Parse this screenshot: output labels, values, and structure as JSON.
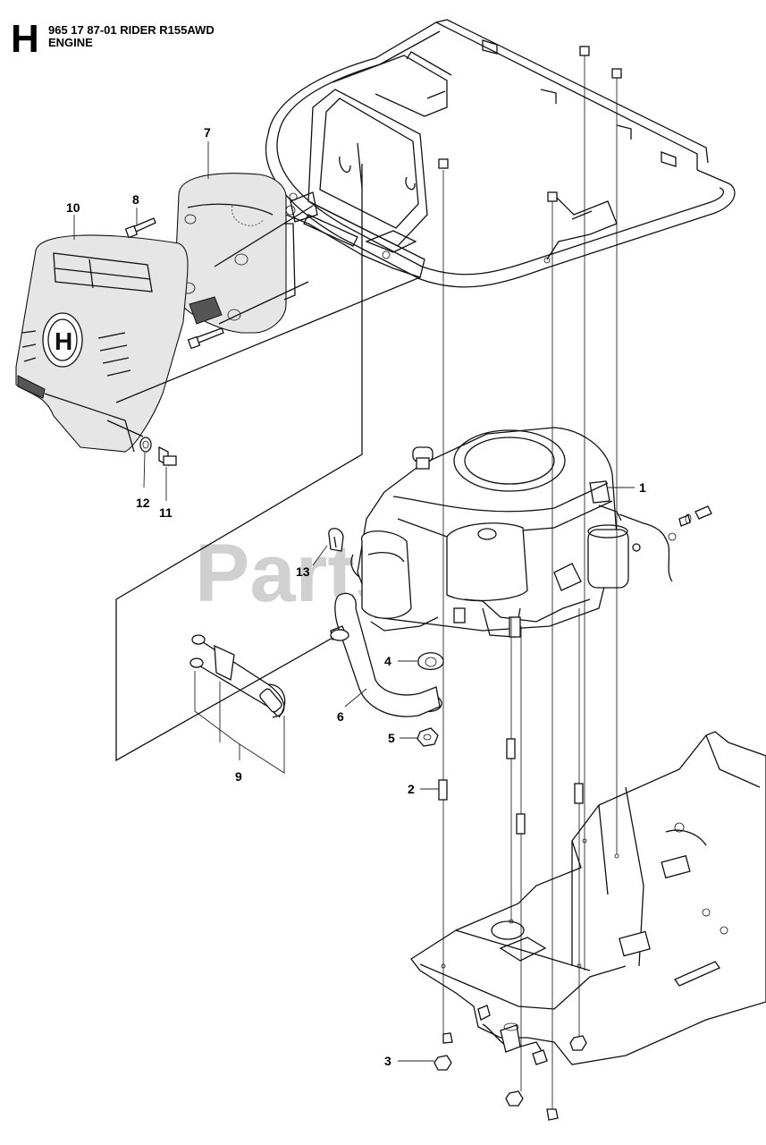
{
  "header": {
    "section_letter": "H",
    "model_line": "965 17 87-01 RIDER R155AWD",
    "group_title": "ENGINE"
  },
  "watermark": "PartsTree",
  "callouts": [
    {
      "id": "1",
      "label": "1"
    },
    {
      "id": "2",
      "label": "2"
    },
    {
      "id": "3",
      "label": "3"
    },
    {
      "id": "4",
      "label": "4"
    },
    {
      "id": "5",
      "label": "5"
    },
    {
      "id": "6",
      "label": "6"
    },
    {
      "id": "7",
      "label": "7"
    },
    {
      "id": "8",
      "label": "8"
    },
    {
      "id": "9",
      "label": "9"
    },
    {
      "id": "10",
      "label": "10"
    },
    {
      "id": "11",
      "label": "11"
    },
    {
      "id": "12",
      "label": "12"
    },
    {
      "id": "13",
      "label": "13"
    }
  ],
  "colors": {
    "line": "#111111",
    "background": "#ffffff",
    "watermark": "#c8c8c8"
  }
}
